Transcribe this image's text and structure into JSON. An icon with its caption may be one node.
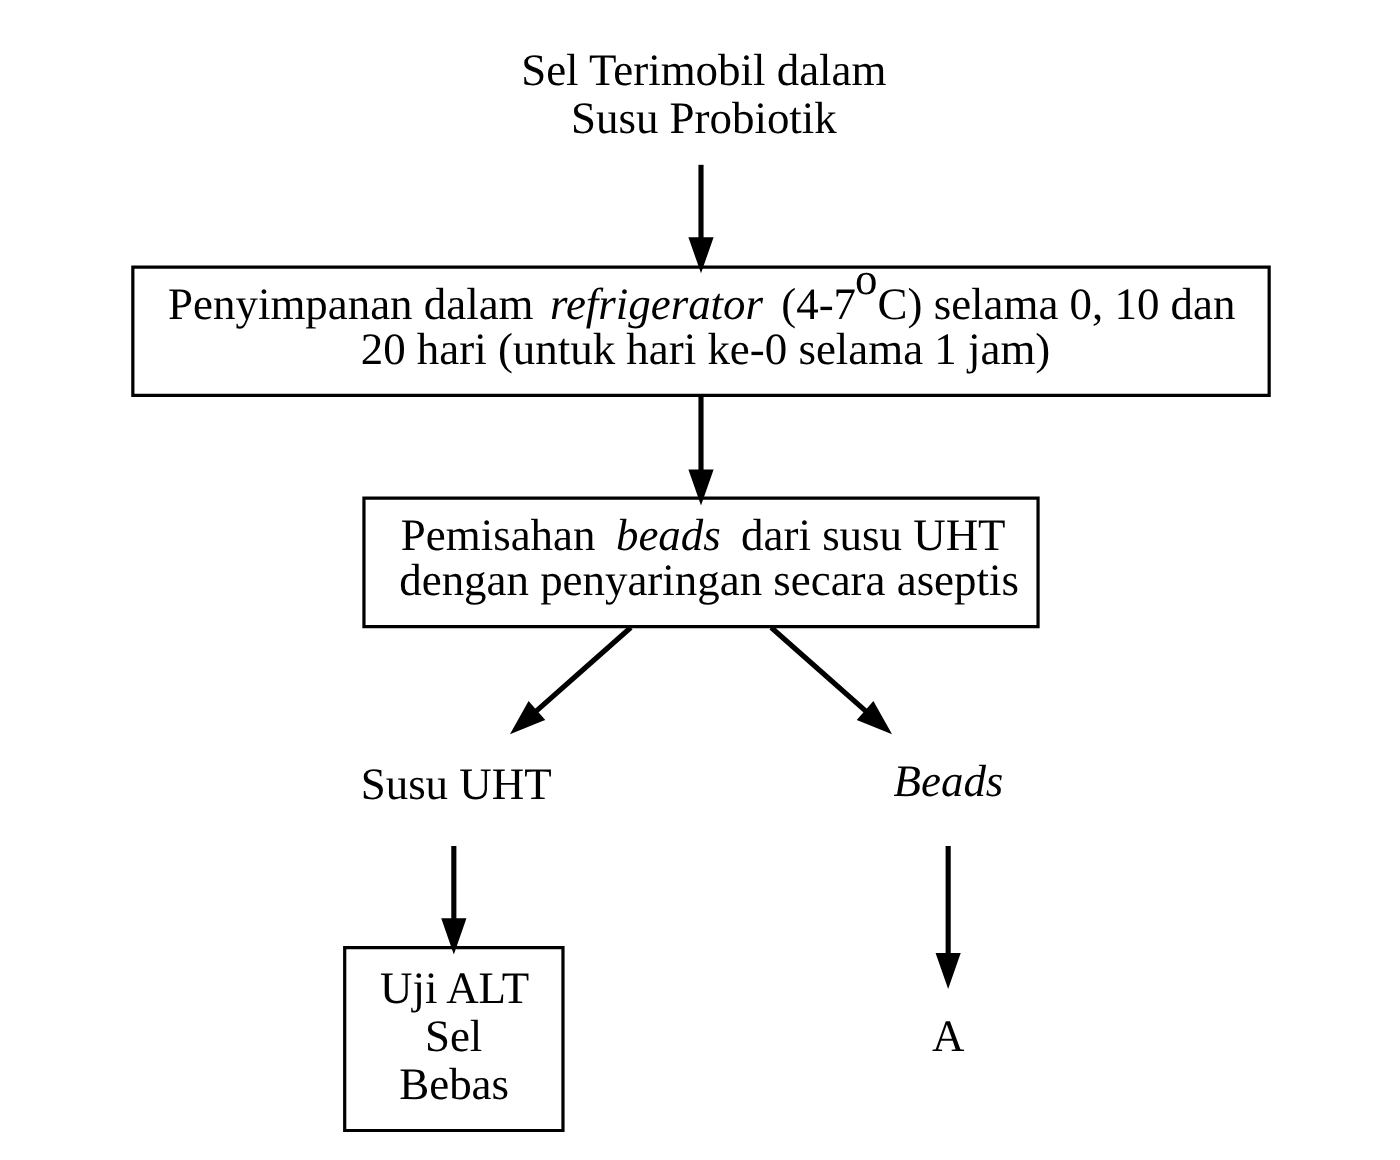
{
  "diagram": {
    "nodes": [
      {
        "text": [
          "Sel Terimobil dalam Susu Probiotik"
        ]
      },
      {
        "text": [
          "Penyimpanan dalam *refrigerator* (4-7$^{o}$C) selama 0, 10 dan 20 hari (untuk hari ke-0 selama 1 jam)"
        ]
      },
      {
        "text": [
          "Pemisahan *beads* dari susu UHT dengan penyaringan secara aseptis"
        ]
      },
      {
        "text": [
          "Susu UHT"
        ]
      },
      {
        "text": [
          "Beads"
        ]
      },
      {
        "text": [
          "Uji ALT Sel Bebas"
        ]
      },
      {
        "text": [
          "A"
        ]
      }
    ],
    "edges": [
      {
        "from": 0,
        "to": 1,
        "arrow": "to"
      },
      {
        "from": 1,
        "to": 2,
        "arrow": "to"
      },
      {
        "from": 2,
        "to": 3,
        "arrow": "to"
      },
      {
        "from": 2,
        "to": 4,
        "arrow": "to"
      },
      {
        "from": 3,
        "to": 5,
        "arrow": "to"
      },
      {
        "from": 4,
        "to": 6,
        "arrow": "to"
      }
    ]
  }
}
